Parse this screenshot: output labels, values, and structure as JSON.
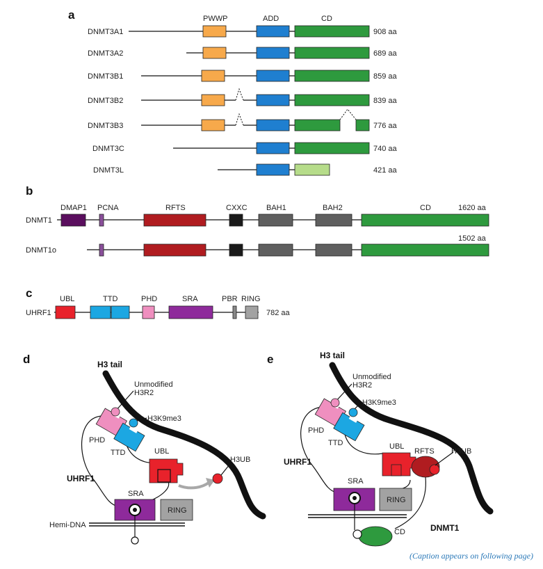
{
  "panels": {
    "a": "a",
    "b": "b",
    "c": "c",
    "d": "d",
    "e": "e"
  },
  "a": {
    "headers": {
      "pwwp": "PWWP",
      "add": "ADD",
      "cd": "CD"
    },
    "rows": [
      {
        "name": "DNMT3A1",
        "len": "908 aa"
      },
      {
        "name": "DNMT3A2",
        "len": "689 aa"
      },
      {
        "name": "DNMT3B1",
        "len": "859 aa"
      },
      {
        "name": "DNMT3B2",
        "len": "839 aa"
      },
      {
        "name": "DNMT3B3",
        "len": "776 aa"
      },
      {
        "name": "DNMT3C",
        "len": "740 aa"
      },
      {
        "name": "DNMT3L",
        "len": "421 aa"
      }
    ]
  },
  "b": {
    "headers": {
      "dmap1": "DMAP1",
      "pcna": "PCNA",
      "rfts": "RFTS",
      "cxxc": "CXXC",
      "bah1": "BAH1",
      "bah2": "BAH2",
      "cd": "CD"
    },
    "rows": [
      {
        "name": "DNMT1",
        "len": "1620 aa"
      },
      {
        "name": "DNMT1o",
        "len": "1502 aa"
      }
    ]
  },
  "c": {
    "headers": {
      "ubl": "UBL",
      "ttd": "TTD",
      "phd": "PHD",
      "sra": "SRA",
      "pbr": "PBR",
      "ring": "RING"
    },
    "name": "UHRF1",
    "len": "782 aa"
  },
  "d": {
    "h3tail": "H3 tail",
    "unmod": [
      "Unmodified",
      "H3R2"
    ],
    "k9": "H3K9me3",
    "phd": "PHD",
    "ttd": "TTD",
    "ubl": "UBL",
    "h3ub": "H3UB",
    "uhrf1": "UHRF1",
    "sra": "SRA",
    "ring": "RING",
    "hemi": "Hemi-DNA"
  },
  "e": {
    "h3tail": "H3 tail",
    "unmod": [
      "Unmodified",
      "H3R2"
    ],
    "k9": "H3K9me3",
    "phd": "PHD",
    "ttd": "TTD",
    "ubl": "UBL",
    "rfts": "RFTS",
    "h3ub": "H3UB",
    "uhrf1": "UHRF1",
    "sra": "SRA",
    "ring": "RING",
    "cd": "CD",
    "dnmt1": "DNMT1"
  },
  "caption": "(Caption appears on following page)",
  "colors": {
    "pwwp": "#f7a94b",
    "add": "#1f7fd0",
    "cd": "#2e9a3e",
    "cd_light": "#b6dc8a",
    "dmap1": "#5a0e5e",
    "pcna": "#8a4f9a",
    "rfts": "#b01c20",
    "cxxc": "#1a1a1a",
    "bah": "#5f5f5f",
    "ubl": "#e8222b",
    "ttd": "#1ca7e2",
    "phd": "#ef8fbf",
    "sra": "#8e2a9b",
    "ring": "#a2a2a2",
    "pbr": "#888888"
  }
}
